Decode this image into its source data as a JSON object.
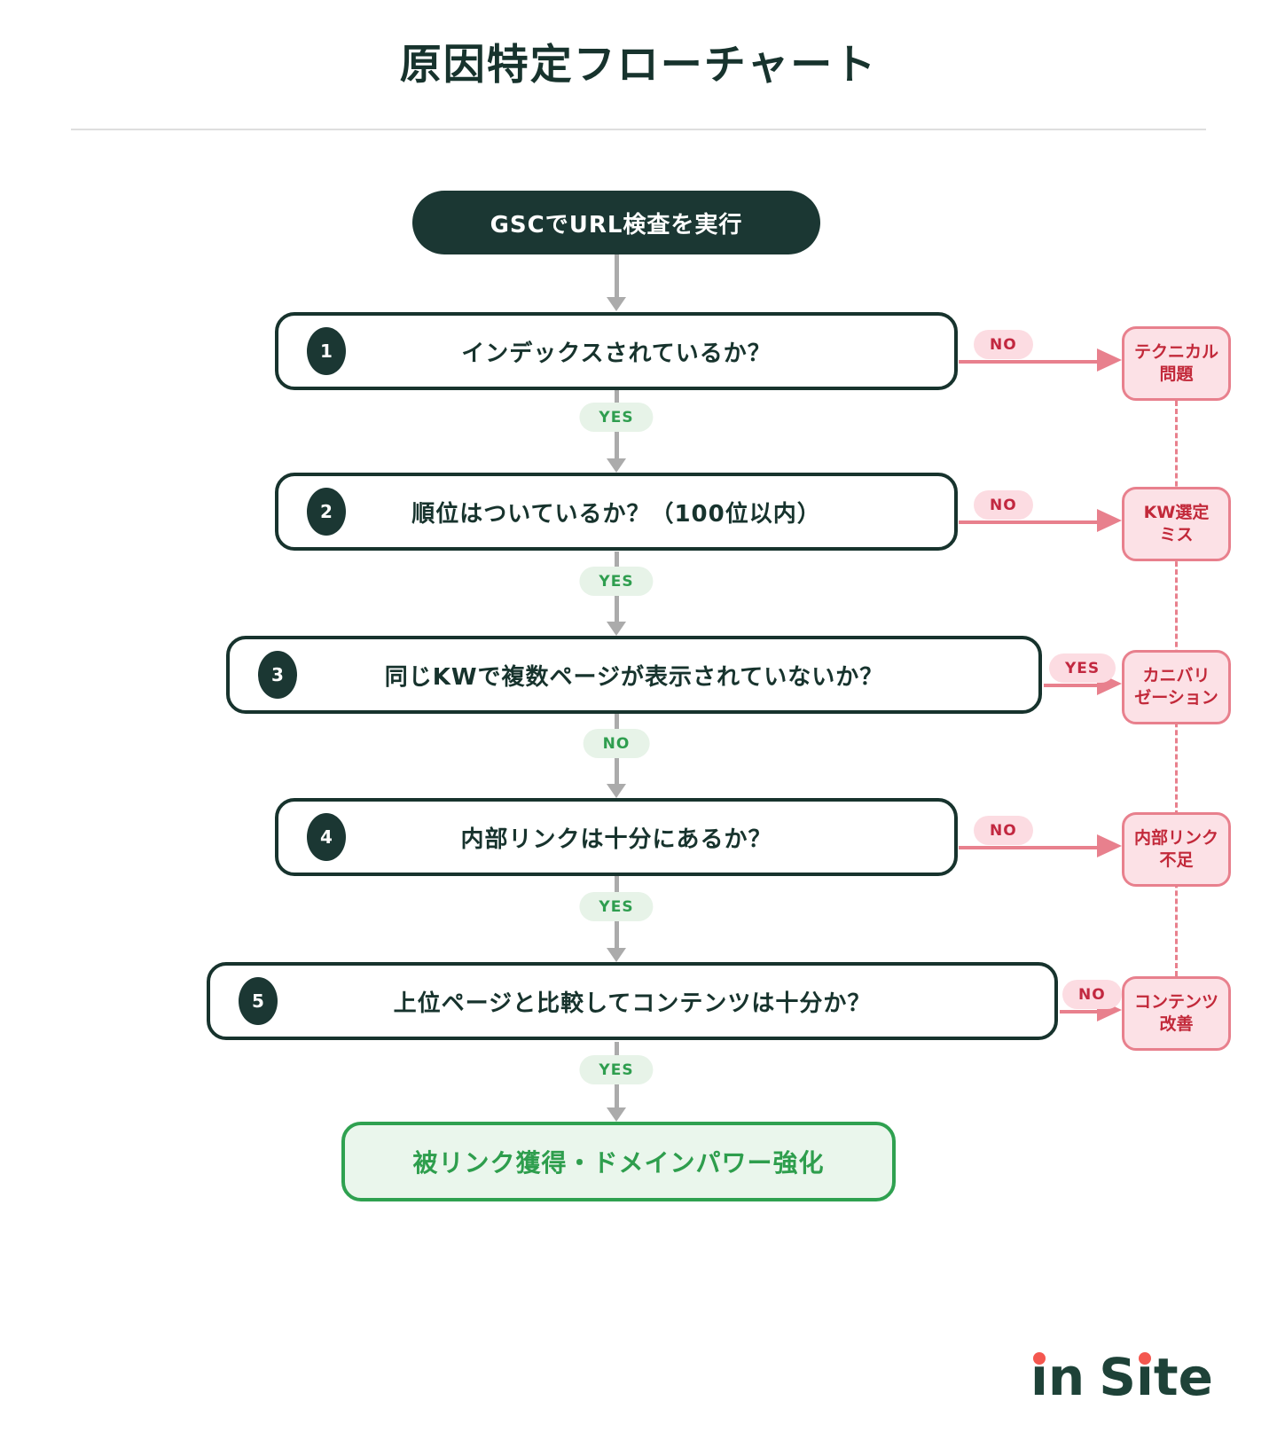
{
  "title": "原因特定フローチャート",
  "start": {
    "label": "GSCでURL検査を実行"
  },
  "steps": [
    {
      "number": "1",
      "question": "インデックスされているか？",
      "branch_label": "NO",
      "continue_label": "YES",
      "result": {
        "line1": "テクニカル",
        "line2": "問題"
      }
    },
    {
      "number": "2",
      "question": "順位はついているか？（100位以内）",
      "branch_label": "NO",
      "continue_label": "YES",
      "result": {
        "line1": "KW選定",
        "line2": "ミス"
      }
    },
    {
      "number": "3",
      "question": "同じKWで複数ページが表示されていないか？",
      "branch_label": "YES",
      "continue_label": "NO",
      "result": {
        "line1": "カニバリ",
        "line2": "ゼーション"
      }
    },
    {
      "number": "4",
      "question": "内部リンクは十分にあるか？",
      "branch_label": "NO",
      "continue_label": "YES",
      "result": {
        "line1": "内部リンク",
        "line2": "不足"
      }
    },
    {
      "number": "5",
      "question": "上位ページと比較してコンテンツは十分か？",
      "branch_label": "NO",
      "continue_label": "YES",
      "result": {
        "line1": "コンテンツ",
        "line2": "改善"
      }
    }
  ],
  "end": {
    "label": "被リンク獲得・ドメインパワー強化"
  },
  "logo": {
    "text": "in Site",
    "i1": "ı",
    "n": "n",
    "s": "S",
    "i2": "ı",
    "te": "te"
  },
  "colors": {
    "dark_teal": "#17332d",
    "node_fill": "#1b3733",
    "pink_bg": "#fce1e6",
    "pink_border": "#e8808d",
    "red_text": "#c2293a",
    "green_text": "#2f9e4f",
    "green_pill_bg": "#e7f3e8",
    "end_border": "#2fa150",
    "end_bg": "#eaf6ec",
    "arrow_gray": "#ababab",
    "logo_dot": "#f4574f"
  }
}
